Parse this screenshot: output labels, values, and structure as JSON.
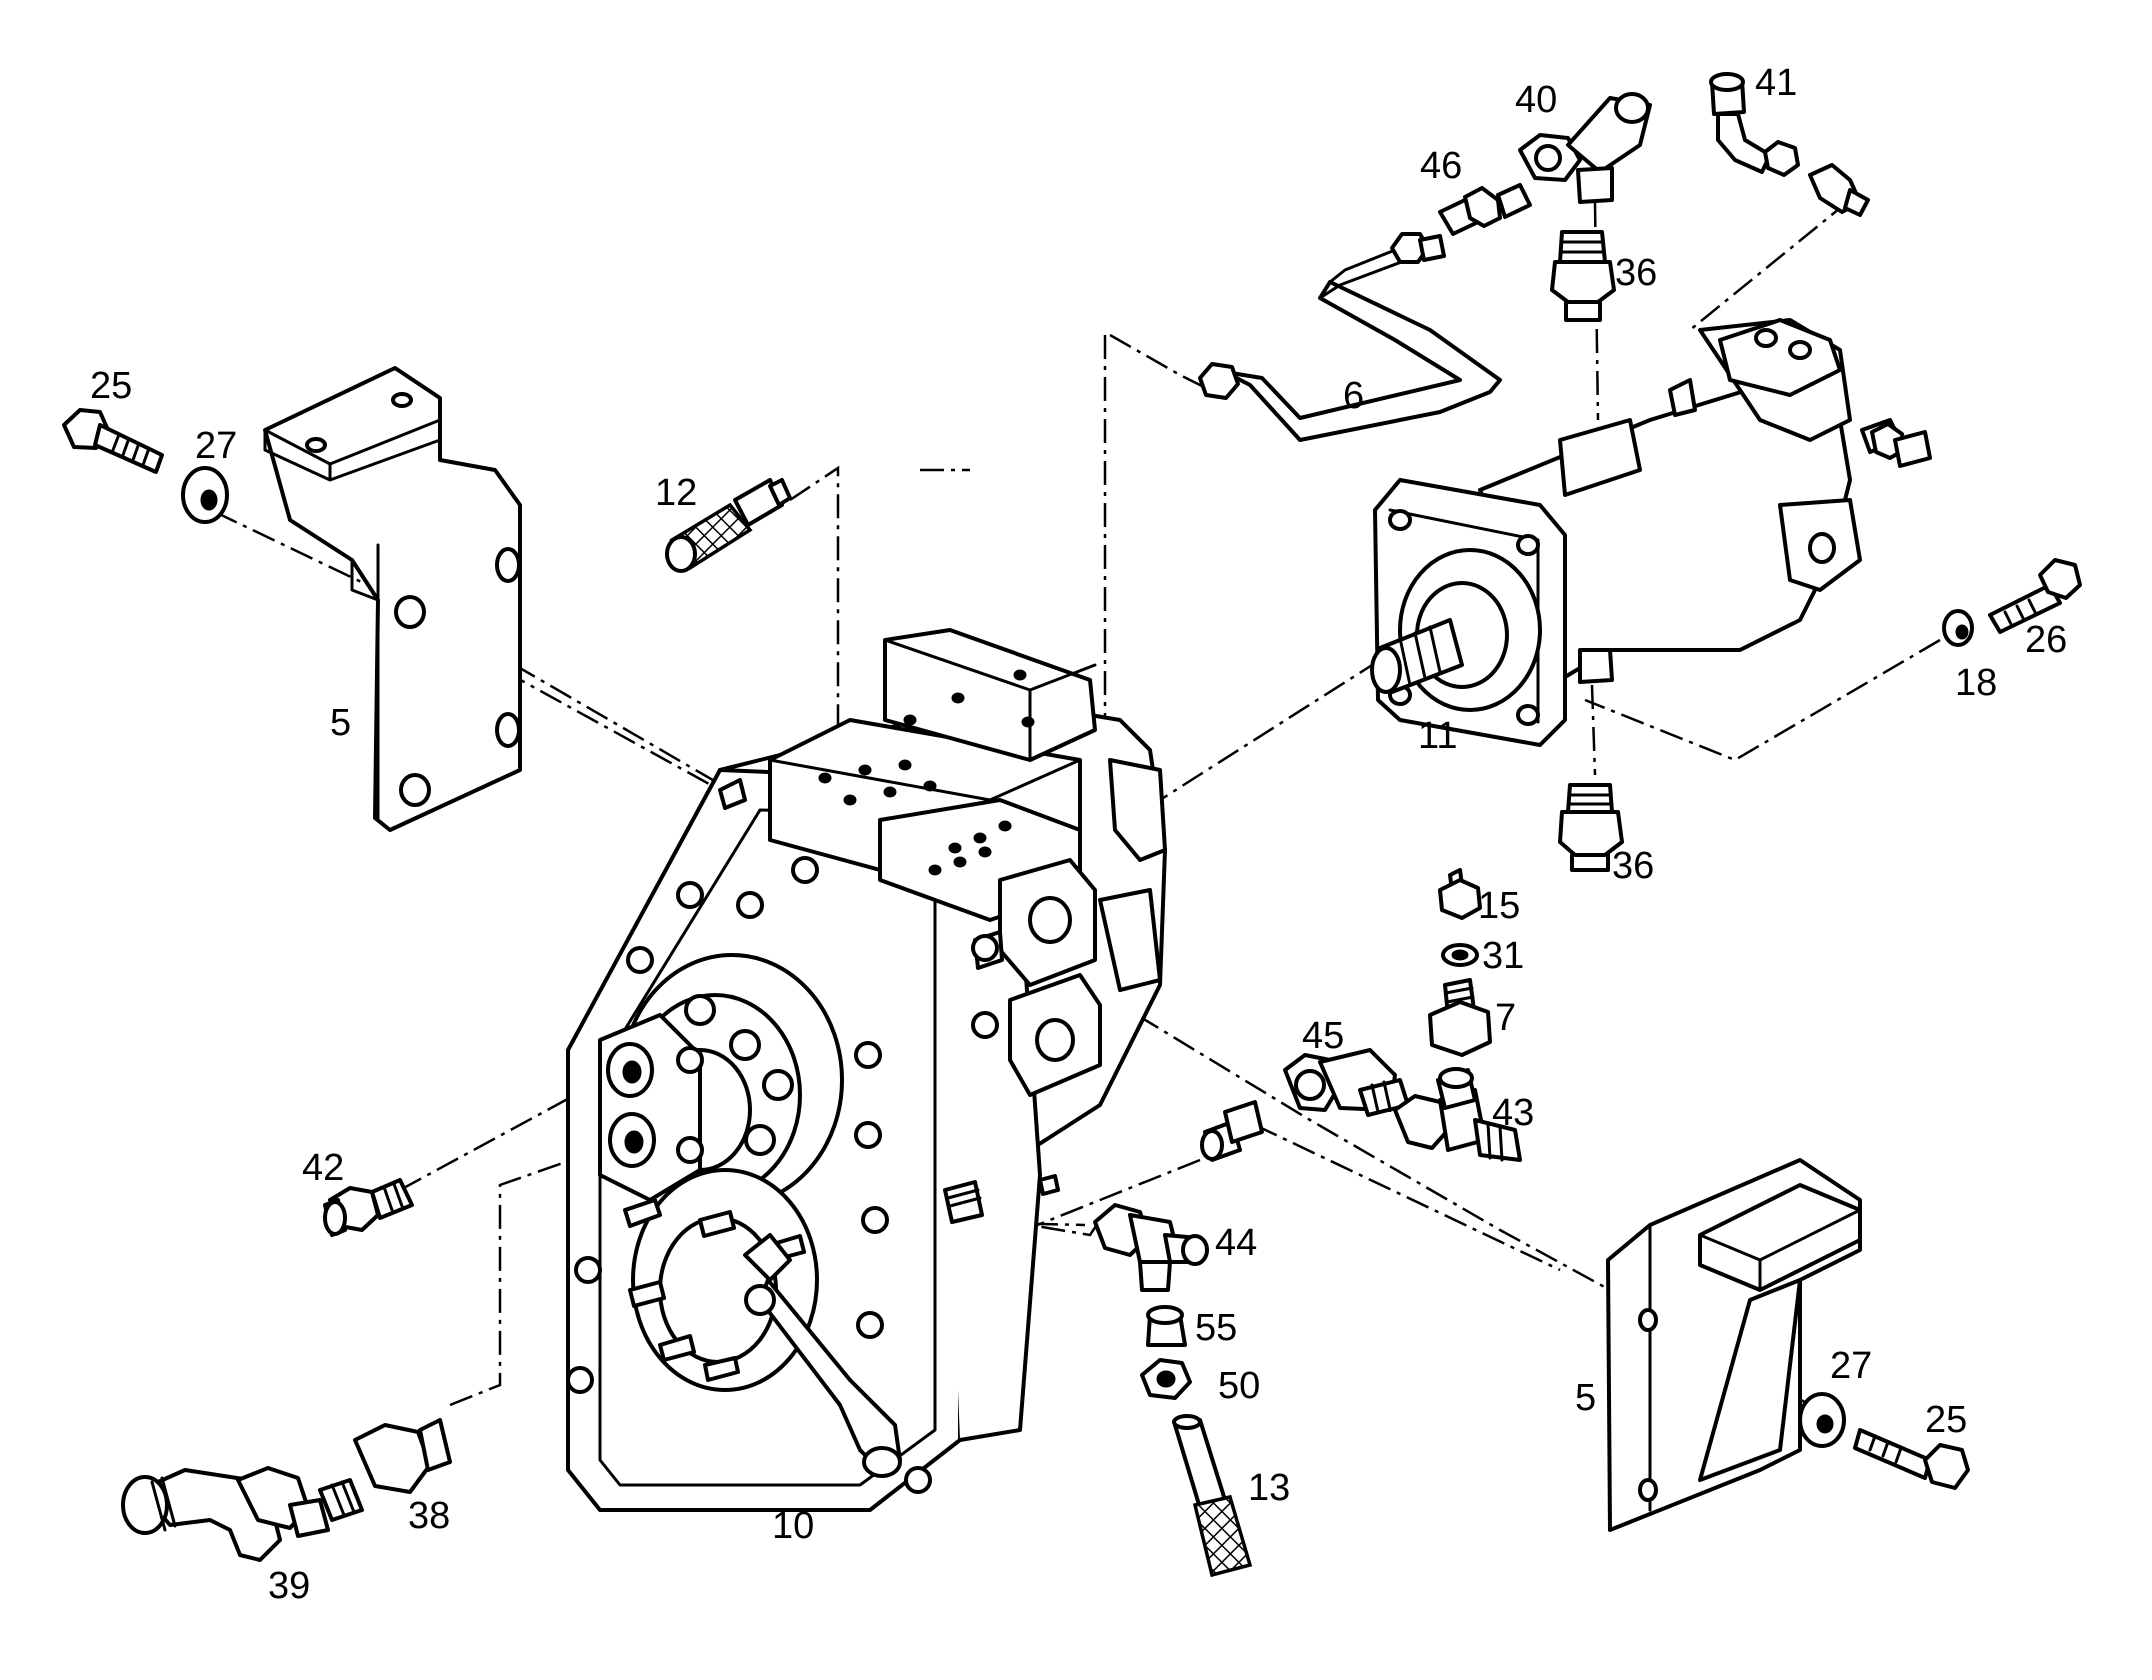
{
  "callouts": {
    "c25a": "25",
    "c27a": "27",
    "c5a": "5",
    "c12": "12",
    "c6": "6",
    "c46": "46",
    "c40": "40",
    "c41": "41",
    "c36a": "36",
    "c11": "11",
    "c18": "18",
    "c26": "26",
    "c36b": "36",
    "c15": "15",
    "c31": "31",
    "c7": "7",
    "c45": "45",
    "c43": "43",
    "c42": "42",
    "c44": "44",
    "c55": "55",
    "c50": "50",
    "c13": "13",
    "c10": "10",
    "c38": "38",
    "c39": "39",
    "c5b": "5",
    "c27b": "27",
    "c25b": "25"
  },
  "colors": {
    "line": "#000000",
    "background": "#ffffff"
  }
}
